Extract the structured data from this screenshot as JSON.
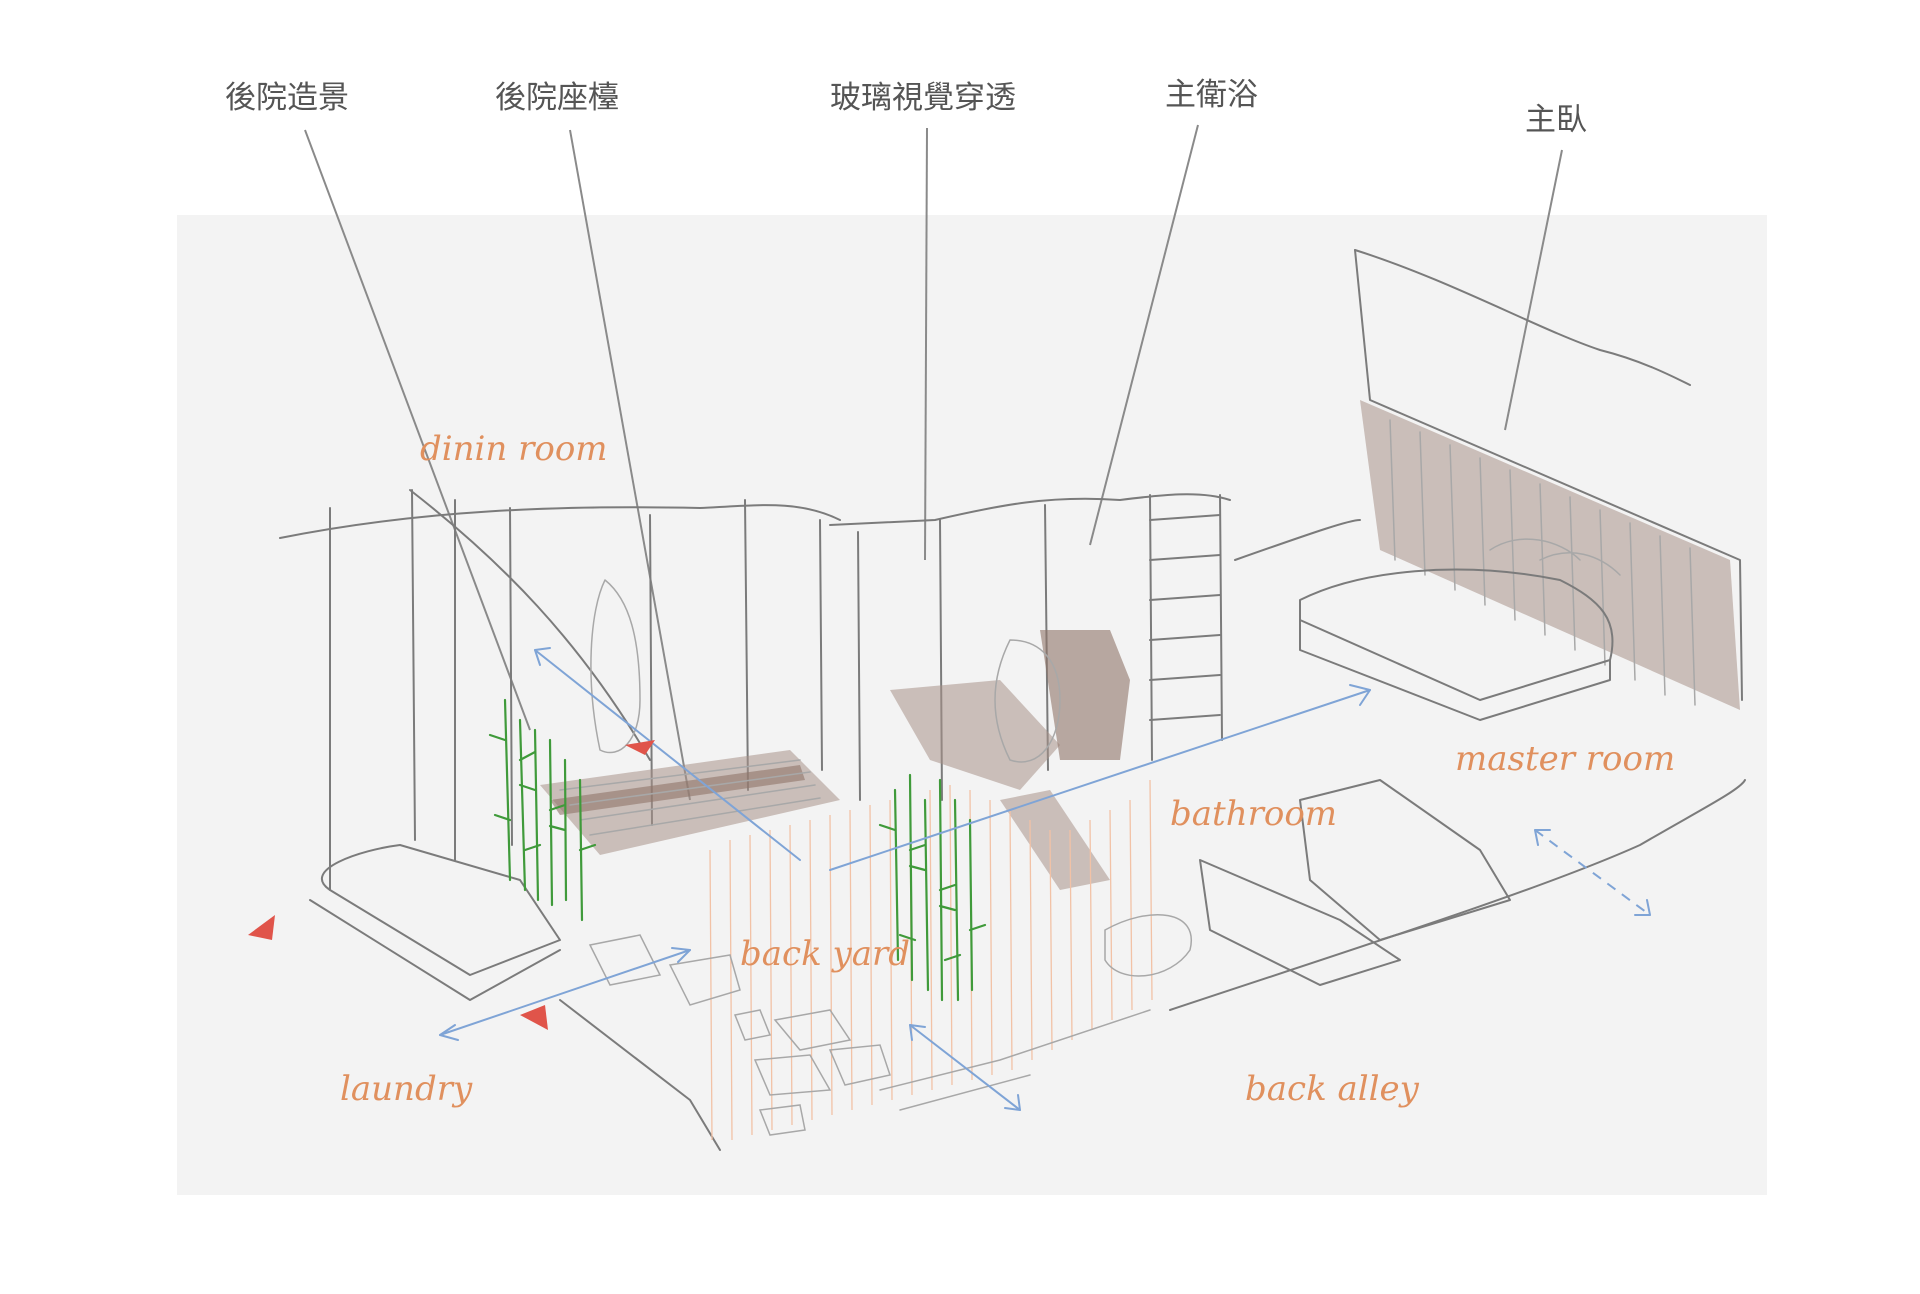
{
  "callouts": [
    {
      "label": "後院造景"
    },
    {
      "label": "後院座檯"
    },
    {
      "label": "玻璃視覺穿透"
    },
    {
      "label": "主衛浴"
    },
    {
      "label": "主臥"
    }
  ],
  "room_labels": {
    "dining": "dinin room",
    "master": "master room",
    "bathroom": "bathroom",
    "backyard": "back yard",
    "laundry": "laundry",
    "back_alley": "back alley"
  },
  "colors": {
    "paper": "#f3f3f3",
    "pencil": "#7b7b7b",
    "wash": "#a89288",
    "annotation_orange": "#e0905e",
    "flow_blue": "#7fa4d6",
    "plant_green": "#3f9a3a",
    "marker_red": "#e0544a"
  }
}
